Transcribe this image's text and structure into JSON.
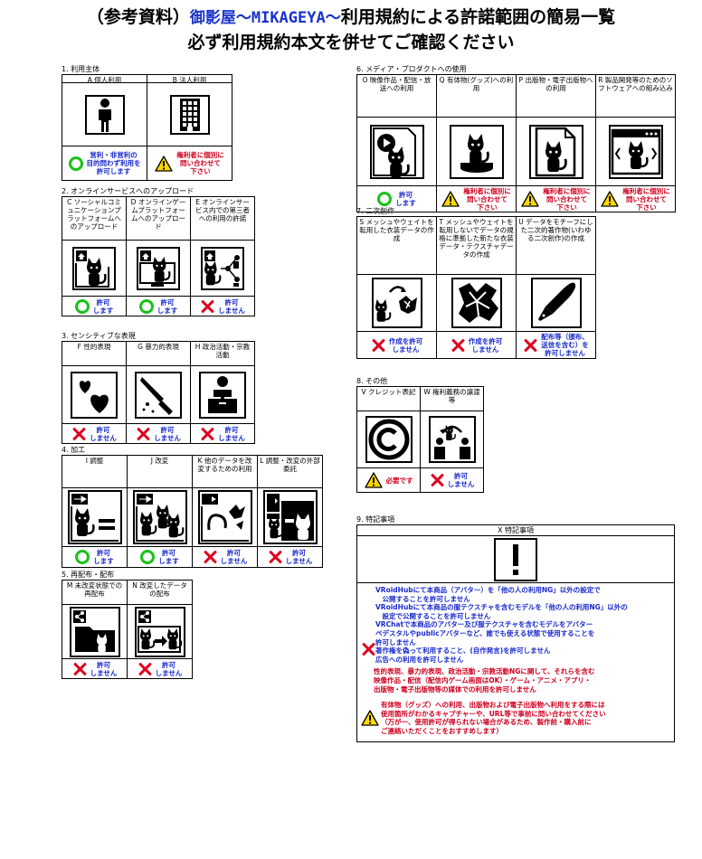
{
  "page": {
    "title_pre": "（参考資料）",
    "title_brand": "御影屋〜MIKAGEYA〜",
    "title_post": "利用規約による許諾範囲の簡易一覧",
    "subtitle": "必ず利用規約本文を併せてご確認ください"
  },
  "colors": {
    "blue_text": "#1a2acc",
    "red_text": "#d0001f",
    "ok_green": "#19c219",
    "x_red": "#e0001f",
    "warn_yellow": "#ffd800"
  },
  "sections": {
    "s1": {
      "title": "1. 利用主体",
      "items": [
        {
          "code_label": "A 個人利用",
          "icon": "person-icon",
          "verdict": "ok",
          "text": "営利・非営利の\n目的問わず利用を\n許可します"
        },
        {
          "code_label": "B 法人利用",
          "icon": "building-icon",
          "verdict": "warn",
          "text": "権利者に個別に\n問い合わせて\n下さい"
        }
      ]
    },
    "s2": {
      "title": "2. オンラインサービスへのアップロード",
      "items": [
        {
          "code_label": "C ソーシャルコミュニケーションプラットフォームへのアップロード",
          "icon": "social-upload-icon",
          "verdict": "ok",
          "text": "許可\nします"
        },
        {
          "code_label": "D オンラインゲームプラットフォームへのアップロード",
          "icon": "game-upload-icon",
          "verdict": "ok",
          "text": "許可\nします"
        },
        {
          "code_label": "E オンラインサービス内での第三者への利用の許諾",
          "icon": "third-party-icon",
          "verdict": "ng",
          "text": "許可\nしません"
        }
      ]
    },
    "s3": {
      "title": "3. センシティブな表現",
      "items": [
        {
          "code_label": "F 性的表現",
          "icon": "hearts-icon",
          "verdict": "ng",
          "text": "許可\nしません"
        },
        {
          "code_label": "G 暴力的表現",
          "icon": "knife-icon",
          "verdict": "ng",
          "text": "許可\nしません"
        },
        {
          "code_label": "H 政治活動・宗教活動",
          "icon": "podium-icon",
          "verdict": "ng",
          "text": "許可\nしません"
        }
      ]
    },
    "s4": {
      "title": "4. 加工",
      "items": [
        {
          "code_label": "I 調整",
          "icon": "adjust-icon",
          "verdict": "ok",
          "text": "許可\nします"
        },
        {
          "code_label": "J 改変",
          "icon": "modify-icon",
          "verdict": "ok",
          "text": "許可\nします"
        },
        {
          "code_label": "K 他のデータを改変するための利用",
          "icon": "cat-transform-icon",
          "verdict": "ng",
          "text": "許可\nしません"
        },
        {
          "code_label": "L 調整・改変の外部委託",
          "icon": "outsource-icon",
          "verdict": "ng",
          "text": "許可\nしません"
        }
      ]
    },
    "s5": {
      "title": "5. 再配布・配布",
      "items": [
        {
          "code_label": "M 未改変状態での再配布",
          "icon": "share-folder-icon",
          "verdict": "ng",
          "text": "許可\nしません"
        },
        {
          "code_label": "N 改変したデータの配布",
          "icon": "share-modified-icon",
          "verdict": "ng",
          "text": "許可\nしません"
        }
      ]
    },
    "s6": {
      "title": "6. メディア・プロダクトへの使用",
      "items": [
        {
          "code_label": "O 映像作品・配信・放送への利用",
          "icon": "video-icon",
          "verdict": "ok",
          "text": "許可\nします"
        },
        {
          "code_label": "Q 有体物(グッズ)への利用",
          "icon": "figure-icon",
          "verdict": "warn",
          "text": "権利者に個別に\n問い合わせて\n下さい"
        },
        {
          "code_label": "P 出版物・電子出版物への利用",
          "icon": "publication-icon",
          "verdict": "warn",
          "text": "権利者に個別に\n問い合わせて\n下さい"
        },
        {
          "code_label": "R 製品開発等のためのソフトウェアへの組み込み",
          "icon": "software-icon",
          "verdict": "warn",
          "text": "権利者に個別に\n問い合わせて\n下さい"
        }
      ]
    },
    "s7": {
      "title": "7. 二次創作",
      "items": [
        {
          "code_label": "S メッシュやウェイトを転用した衣装データの作成",
          "icon": "mesh-convert-icon",
          "verdict": "ng",
          "text": "作成を許可\nしません"
        },
        {
          "code_label": "T メッシュやウェイトを転用しないでデータの規格に準拠した新たな衣装データ・テクスチャデータの作成",
          "icon": "fabric-icon",
          "verdict": "ng",
          "text": "作成を許可\nしません"
        },
        {
          "code_label": "U データをモチーフにした二次的著作物(いわゆる二次創作)の作成",
          "icon": "pen-icon",
          "verdict": "ng",
          "text": "配布等（頒布、\n送信を含む）を\n許可しません"
        }
      ]
    },
    "s8": {
      "title": "8. その他",
      "items": [
        {
          "code_label": "V クレジット表記",
          "icon": "copyright-icon",
          "verdict": "warn",
          "text": "必要です"
        },
        {
          "code_label": "W 権利義務の譲渡等",
          "icon": "transfer-icon",
          "verdict": "ng",
          "text": "許可\nしません"
        }
      ]
    },
    "s9": {
      "title": "9. 特記事項",
      "header": "X 特記事項",
      "icon": "exclamation-icon",
      "blue_lines": "VRoidHubにて本商品（アバター）を「他の人の利用NG」以外の設定で\n　公開することを許可しません\nVRoidHubにて本商品の服テクスチャを含むモデルを「他の人の利用NG」以外の\n　設定で公開することを許可しません\nVRChatで本商品のアバター及び服テクスチャを含むモデルをアバター\nペデスタルやpublicアバターなど、誰でも使える状態で使用することを\n許可しません\n著作権を偽って利用すること、(自作発言)を許可しません\n広告への利用を許可しません",
      "red_lines": "性的表現、暴力的表現、政治活動・宗教活動NGに関して、それらを含む\n映像作品・配信（配信内ゲーム画面はOK）・ゲーム・アニメ・アプリ・\n出版物・電子出版物等の媒体での利用を許可しません",
      "warn_lines": "有体物（グッズ）への利用、出版物および電子出版物へ利用をする際には\n使用箇所がわかるキャプチャーや、URL等で事前に問い合わせてください\n（万が一、使用許可が得られない場合があるため、製作前・購入前に\nご連絡いただくことをおすすめします）"
    }
  }
}
